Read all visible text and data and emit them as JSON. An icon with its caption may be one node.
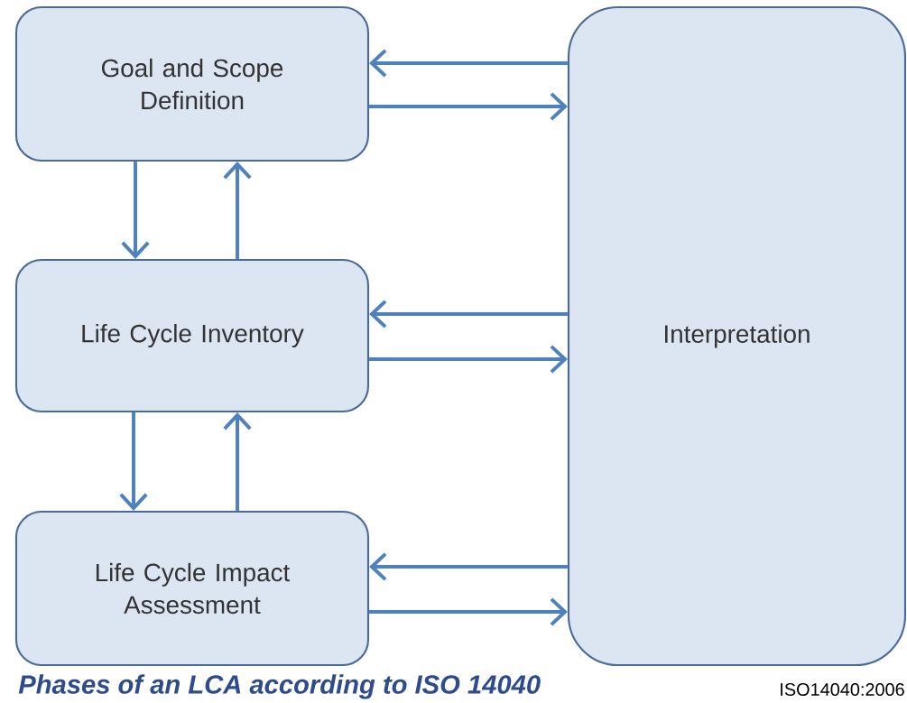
{
  "diagram": {
    "caption": "Phases of an LCA according to ISO 14040",
    "nodes": [
      {
        "text": [
          "Goal and Scope Definition"
        ]
      },
      {
        "text": [
          "Life Cycle Inventory"
        ]
      },
      {
        "text": [
          "Life Cycle Impact Assessment"
        ]
      },
      {
        "text": [
          "Interpretation"
        ]
      }
    ],
    "edges": [
      {
        "from": 3,
        "to": 0,
        "arrow": "to"
      },
      {
        "from": 0,
        "to": 3,
        "arrow": "to"
      },
      {
        "from": 0,
        "to": 1,
        "arrow": "to"
      },
      {
        "from": 1,
        "to": 0,
        "arrow": "to"
      },
      {
        "from": 3,
        "to": 1,
        "arrow": "to"
      },
      {
        "from": 1,
        "to": 3,
        "arrow": "to"
      },
      {
        "from": 1,
        "to": 2,
        "arrow": "to"
      },
      {
        "from": 2,
        "to": 1,
        "arrow": "to"
      },
      {
        "from": 3,
        "to": 2,
        "arrow": "to"
      },
      {
        "from": 2,
        "to": 3,
        "arrow": "to"
      }
    ],
    "labels": [
      "ISO14040:2006"
    ]
  }
}
